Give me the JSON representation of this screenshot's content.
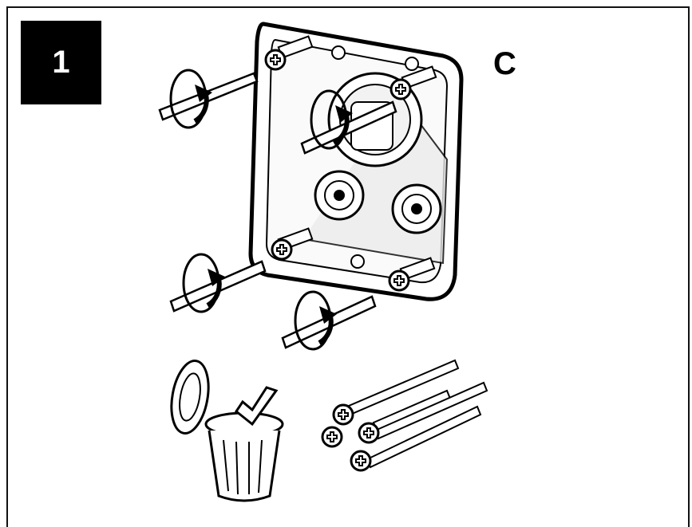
{
  "step": {
    "number": "1"
  },
  "panel": {
    "letter": "C"
  },
  "colors": {
    "ink": "#000000",
    "paper": "#ffffff",
    "shade": "#e6e6e6"
  },
  "illustration": {
    "screws_to_remove": 4,
    "discarded_screws": 4,
    "icons": [
      "screwdriver-icon",
      "rotation-arrow-icon",
      "trash-can-icon",
      "long-screw-icon"
    ]
  }
}
